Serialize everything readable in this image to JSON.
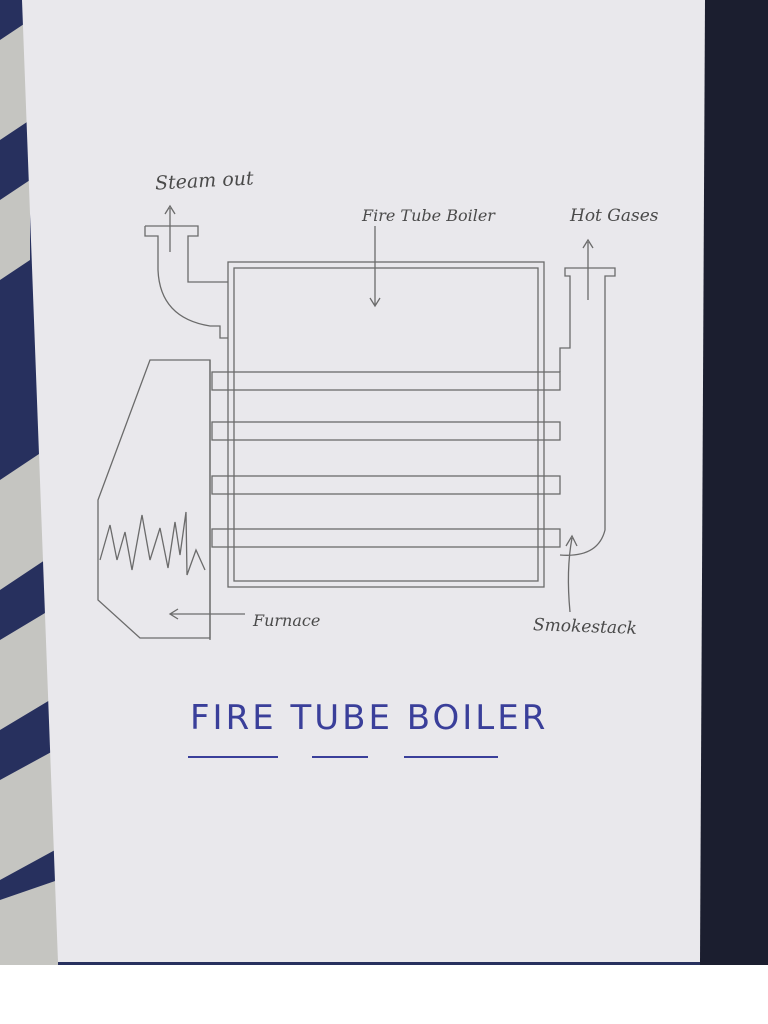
{
  "labels": {
    "steam_out": "Steam out",
    "fire_tube_boiler": "Fire Tube Boiler",
    "hot_gases": "Hot Gases",
    "furnace": "Furnace",
    "smokestack": "Smokestack"
  },
  "title": "FIRE TUBE BOILER",
  "colors": {
    "paper": "#e9e8ec",
    "pencil": "#6b6b6b",
    "ink": "#3a3f9a",
    "mat_dark": "#1e2a5e",
    "mat_light": "#cfcfc4"
  }
}
